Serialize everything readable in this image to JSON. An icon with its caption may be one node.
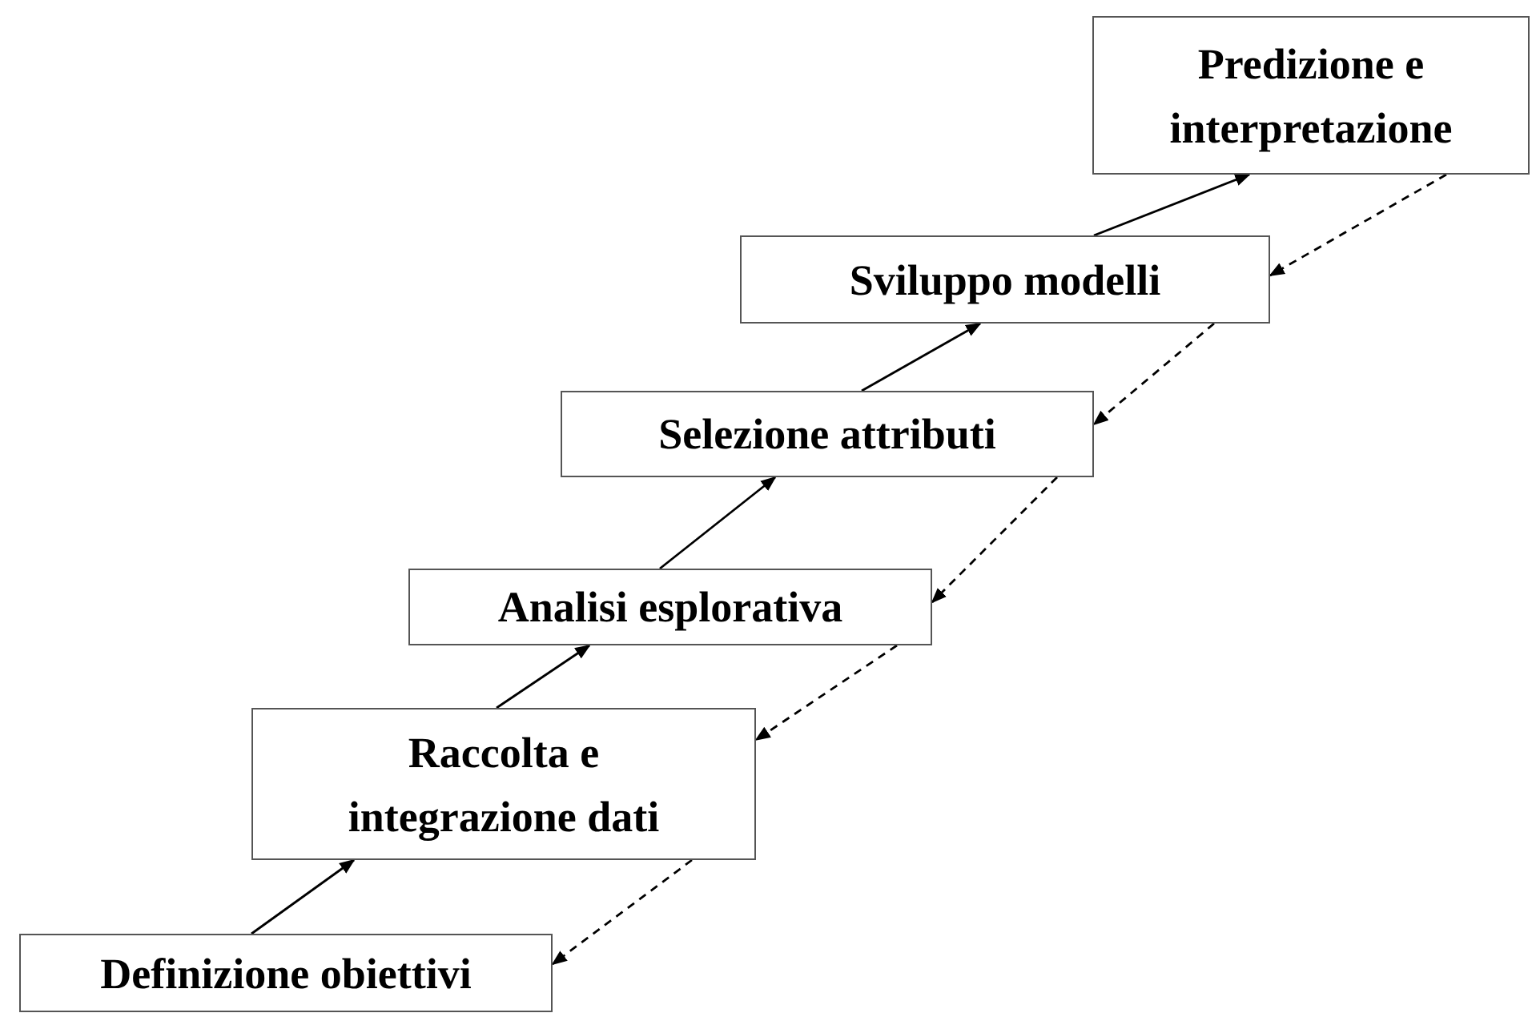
{
  "diagram": {
    "nodes": [
      {
        "text": [
          "Definizione obiettivi"
        ]
      },
      {
        "text": [
          "Raccolta e integrazione dati"
        ]
      },
      {
        "text": [
          "Analisi esplorativa"
        ]
      },
      {
        "text": [
          "Selezione attributi"
        ]
      },
      {
        "text": [
          "Sviluppo modelli"
        ]
      },
      {
        "text": [
          "Predizione e interpretazione"
        ]
      }
    ],
    "edges": [
      {
        "from": 0,
        "to": 1,
        "arrow": "to"
      },
      {
        "from": 1,
        "to": 2,
        "arrow": "to"
      },
      {
        "from": 2,
        "to": 3,
        "arrow": "to"
      },
      {
        "from": 3,
        "to": 4,
        "arrow": "to"
      },
      {
        "from": 4,
        "to": 5,
        "arrow": "to"
      },
      {
        "from": 5,
        "to": 4,
        "arrow": "to",
        "style": "dashed"
      },
      {
        "from": 4,
        "to": 3,
        "arrow": "to",
        "style": "dashed"
      },
      {
        "from": 3,
        "to": 2,
        "arrow": "to",
        "style": "dashed"
      },
      {
        "from": 2,
        "to": 1,
        "arrow": "to",
        "style": "dashed"
      },
      {
        "from": 1,
        "to": 0,
        "arrow": "to",
        "style": "dashed"
      }
    ]
  }
}
